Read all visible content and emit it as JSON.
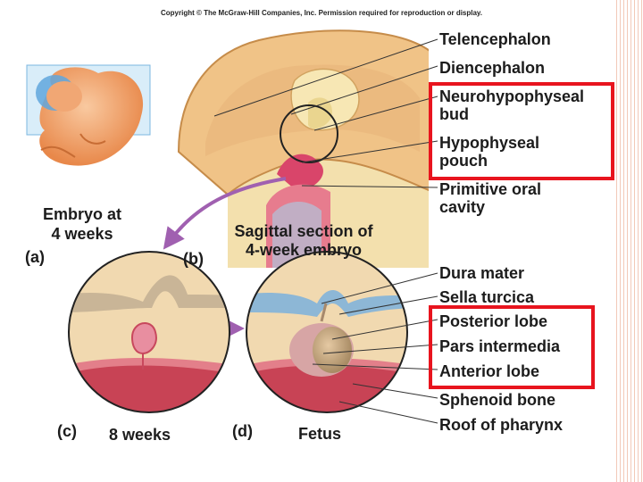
{
  "copyright": "Copyright © The McGraw-Hill Companies, Inc. Permission required for reproduction or display.",
  "top_labels": [
    "Telencephalon",
    "Diencephalon",
    "Neurohypophyseal bud",
    "Hypophyseal pouch",
    "Primitive oral cavity"
  ],
  "bottom_labels": [
    "Dura mater",
    "Sella turcica",
    "Posterior lobe",
    "Pars intermedia",
    "Anterior lobe",
    "Sphenoid bone",
    "Roof of pharynx"
  ],
  "panels": {
    "a": {
      "letter": "(a)",
      "caption_line1": "Embryo at",
      "caption_line2": "4 weeks"
    },
    "b": {
      "letter": "(b)",
      "caption_line1": "Sagittal section of",
      "caption_line2": "4-week embryo"
    },
    "c": {
      "letter": "(c)",
      "caption": "8 weeks"
    },
    "d": {
      "letter": "(d)",
      "caption": "Fetus"
    }
  },
  "colors": {
    "highlight_box": "#e8141e",
    "arrow": "#a060b0"
  }
}
